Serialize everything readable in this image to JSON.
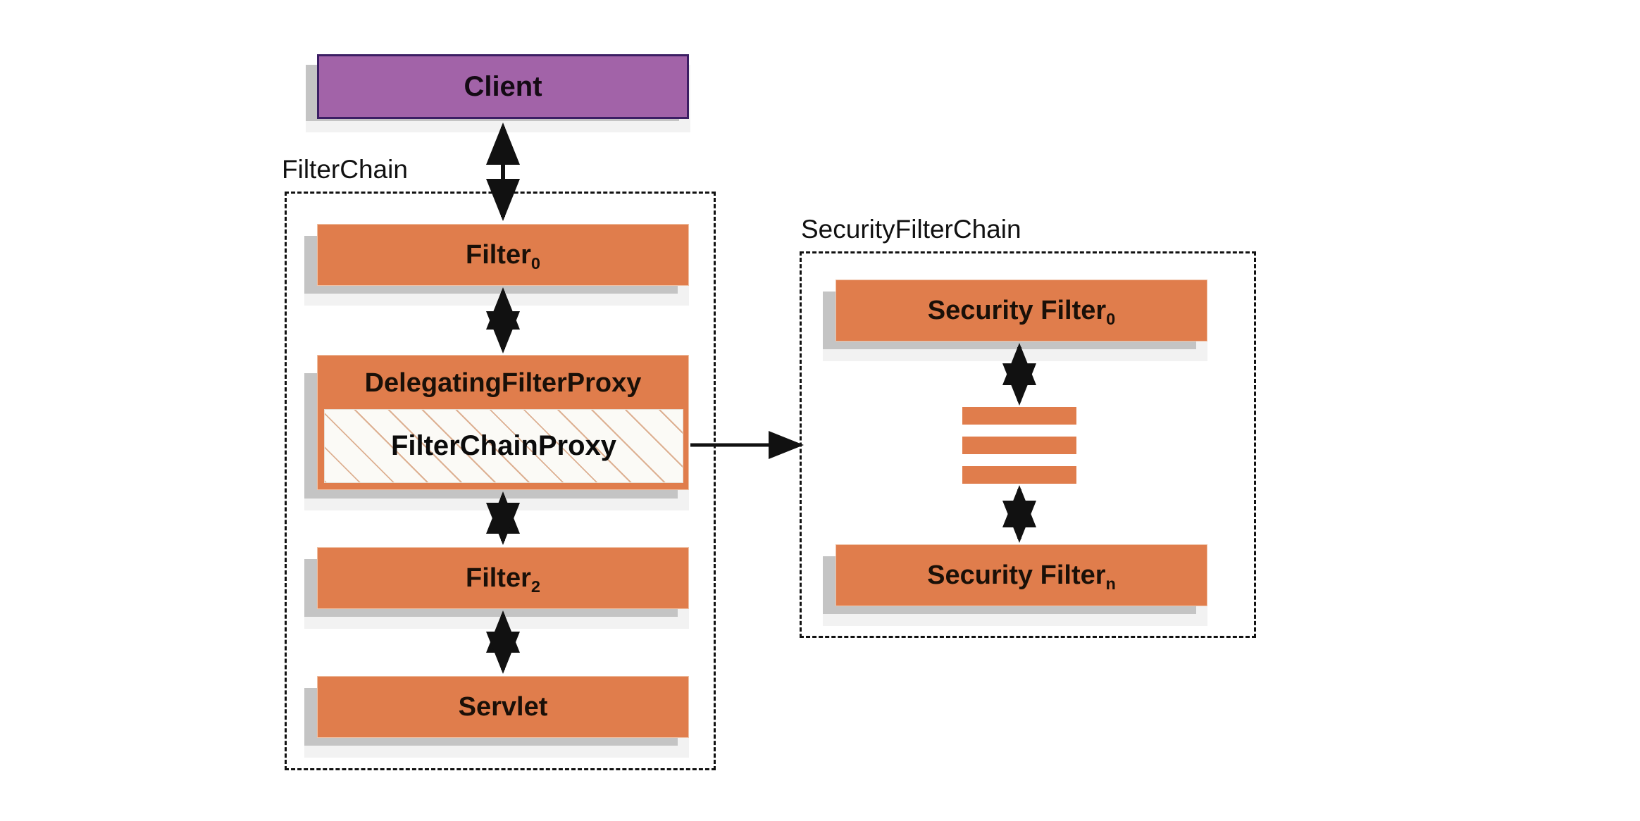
{
  "diagram": {
    "title": "Spring Security FilterChain / SecurityFilterChain architecture",
    "type": "block-flow-diagram",
    "background_color": "#ffffff",
    "palette": {
      "client_fill": "#a263a8",
      "client_border": "#3b1e63",
      "filter_fill": "#e07d4c",
      "filter_border": "#efc2a6",
      "hatch_fill": "#fbfaf6",
      "hatch_line": "#c97e50",
      "shadow": "#c4c4c4",
      "group_border": "#111111",
      "text": "#1a1008",
      "arrow": "#111111"
    }
  },
  "groups": [
    {
      "id": "filter-chain",
      "label": "FilterChain"
    },
    {
      "id": "security-filter-chain",
      "label": "SecurityFilterChain"
    }
  ],
  "nodes": {
    "client": {
      "label": "Client",
      "kind": "client"
    },
    "filter0": {
      "label": "Filter",
      "subscript": "0",
      "kind": "filter"
    },
    "delegating_filter_proxy": {
      "label": "DelegatingFilterProxy",
      "kind": "filter"
    },
    "filter_chain_proxy": {
      "label": "FilterChainProxy",
      "kind": "hatched"
    },
    "filter2": {
      "label": "Filter",
      "subscript": "2",
      "kind": "filter"
    },
    "servlet": {
      "label": "Servlet",
      "kind": "filter"
    },
    "security_filter0": {
      "label": "Security Filter",
      "subscript": "0",
      "kind": "filter"
    },
    "security_filter_ellipsis": {
      "label": "",
      "kind": "ellipsis",
      "bar_count": 3
    },
    "security_filtern": {
      "label": "Security Filter",
      "subscript": "n",
      "kind": "filter"
    }
  },
  "edges": [
    {
      "from": "client",
      "to": "filter0",
      "style": "double-arrow",
      "orientation": "vertical"
    },
    {
      "from": "filter0",
      "to": "delegating_filter_proxy",
      "style": "double-arrow",
      "orientation": "vertical"
    },
    {
      "from": "delegating_filter_proxy",
      "to": "filter2",
      "style": "double-arrow",
      "orientation": "vertical"
    },
    {
      "from": "filter2",
      "to": "servlet",
      "style": "double-arrow",
      "orientation": "vertical"
    },
    {
      "from": "filter_chain_proxy",
      "to": "security_filter_chain",
      "style": "single-arrow",
      "orientation": "horizontal"
    },
    {
      "from": "security_filter0",
      "to": "security_filter_ellipsis",
      "style": "double-arrow",
      "orientation": "vertical"
    },
    {
      "from": "security_filter_ellipsis",
      "to": "security_filtern",
      "style": "double-arrow",
      "orientation": "vertical"
    }
  ]
}
